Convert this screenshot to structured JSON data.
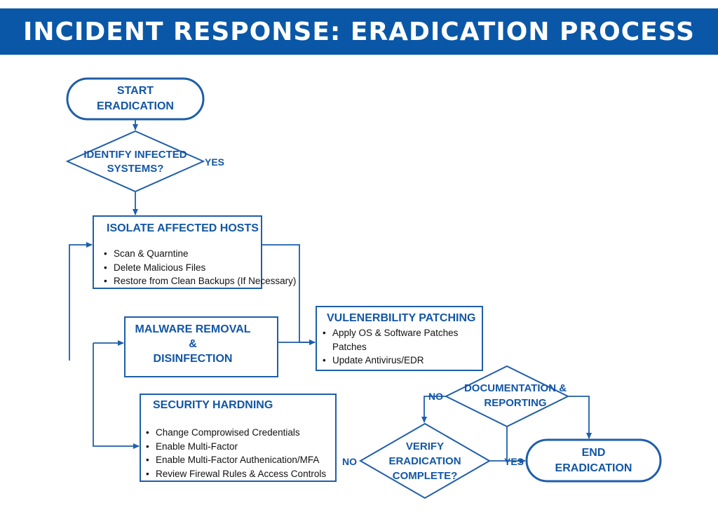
{
  "title": "INCIDENT RESPONSE: ERADICATION PROCESS",
  "nodes": {
    "start": "START\nERADICATION",
    "identify": "IDENTIFY INFECTED\nSYSTEMS?",
    "isolate": {
      "title": "ISOLATE AFFECTED HOSTS",
      "items": [
        "Scan & Quarntine",
        "Delete Malicious Files",
        "Restore from Clean Backups (If Necessary)"
      ]
    },
    "malware": "MALWARE REMOVAL\n&\nDISINFECTION",
    "patching": {
      "title": "VULENERBILITY PATCHING",
      "items": [
        "Apply OS & Software Patches\nPatches",
        "Update Antivirus/EDR"
      ]
    },
    "hardening": {
      "title": "SECURITY HARDNING",
      "items": [
        "Change Comprowised Credentials",
        "Enable Multi-Factor",
        "Enable Multi-Factor Authenication/MFA",
        "Review Firewal Rules & Access Controls"
      ]
    },
    "documentation": "DOCUMENTATION &\nREPORTING",
    "verify": "VERIFY\nERADICATION\nCOMPLETE?",
    "end": "END\nERADICATION"
  },
  "edges": {
    "yes_identify": "YES",
    "no_documentation": "NO",
    "no_verify": "NO",
    "yes_verify": "YES"
  },
  "colors": {
    "header": "#0a57a8",
    "stroke": "#1f5ea8",
    "text": "#1256a6"
  }
}
